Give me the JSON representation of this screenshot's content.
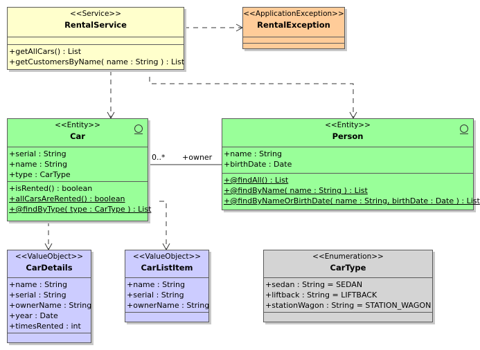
{
  "classes": {
    "rental_service": {
      "stereotype": "<<Service>>",
      "name": "RentalService",
      "operations": [
        "+getAllCars() : List",
        "+getCustomersByName( name : String ) : List"
      ]
    },
    "rental_exception": {
      "stereotype": "<<ApplicationException>>",
      "name": "RentalException"
    },
    "car": {
      "stereotype": "<<Entity>>",
      "name": "Car",
      "attributes": [
        "+serial : String",
        "+name : String",
        "+type : CarType"
      ],
      "operations": [
        "+isRented() : boolean",
        "+allCarsAreRented() : boolean",
        "+@findByType( type : CarType ) : List"
      ]
    },
    "person": {
      "stereotype": "<<Entity>>",
      "name": "Person",
      "attributes": [
        "+name : String",
        "+birthDate : Date"
      ],
      "operations": [
        "+@findAll() : List",
        "+@findByName( name : String ) : List",
        "+@findByNameOrBirthDate( name : String, birthDate : Date ) : List"
      ]
    },
    "car_details": {
      "stereotype": "<<ValueObject>>",
      "name": "CarDetails",
      "attributes": [
        "+name : String",
        "+serial : String",
        "+ownerName : String",
        "+year : Date",
        "+timesRented : int"
      ]
    },
    "car_list_item": {
      "stereotype": "<<ValueObject>>",
      "name": "CarListItem",
      "attributes": [
        "+name : String",
        "+serial : String",
        "+ownerName : String"
      ]
    },
    "car_type": {
      "stereotype": "<<Enumeration>>",
      "name": "CarType",
      "attributes": [
        "+sedan : String = SEDAN",
        "+liftback : String = LIFTBACK",
        "+stationWagon : String = STATION_WAGON"
      ]
    }
  },
  "association": {
    "multiplicity": "0..*",
    "role": "+owner"
  },
  "colors": {
    "service": "#ffffcc",
    "exception": "#ffcc99",
    "entity": "#99ff99",
    "value_object": "#ccccff",
    "enumeration": "#d4d4d4",
    "line": "#333333"
  }
}
